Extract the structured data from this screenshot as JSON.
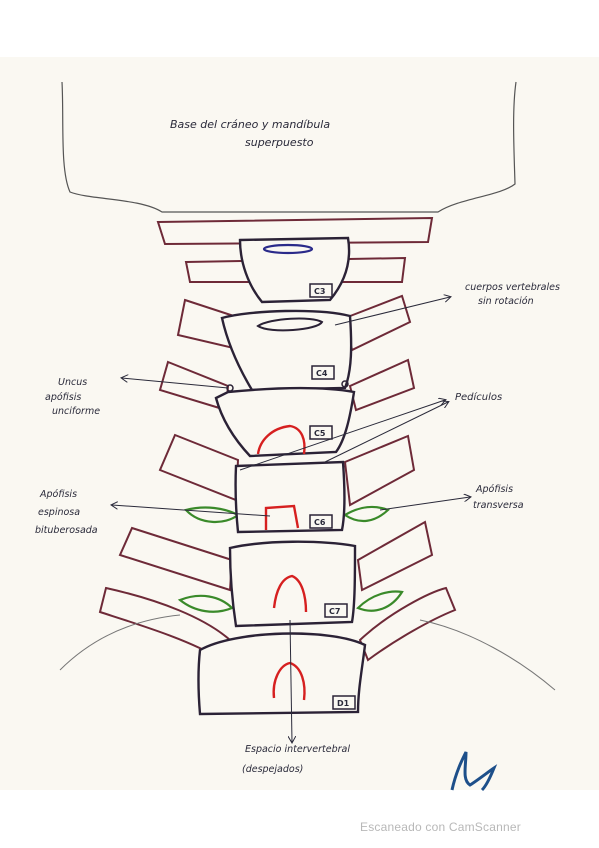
{
  "annotations": {
    "skull_base_line1": "Base del cráneo y mandíbula",
    "skull_base_line2": "superpuesto",
    "vertebral_bodies_line1": "cuerpos vertebrales",
    "vertebral_bodies_line2": "sin rotación",
    "uncus_line1": "Uncus",
    "uncus_line2": "apófisis",
    "uncus_line3": "unciforme",
    "pedicles": "Pedículos",
    "spinous_line1": "Apófisis",
    "spinous_line2": "espinosa",
    "spinous_line3": "bituberosada",
    "transverse_line1": "Apófisis",
    "transverse_line2": "transversa",
    "disc_space_line1": "Espacio intervertebral",
    "disc_space_line2": "(despejados)"
  },
  "vertebra_labels": [
    "C3",
    "C4",
    "C5",
    "C6",
    "C7",
    "D1"
  ],
  "footer": "Escaneado con CamScanner",
  "colors": {
    "outline": "#2b2236",
    "rib_outline": "#6e2a38",
    "spinous": "#d62020",
    "transverse": "#3a8a2a",
    "foramen": "#2a2a8a"
  }
}
